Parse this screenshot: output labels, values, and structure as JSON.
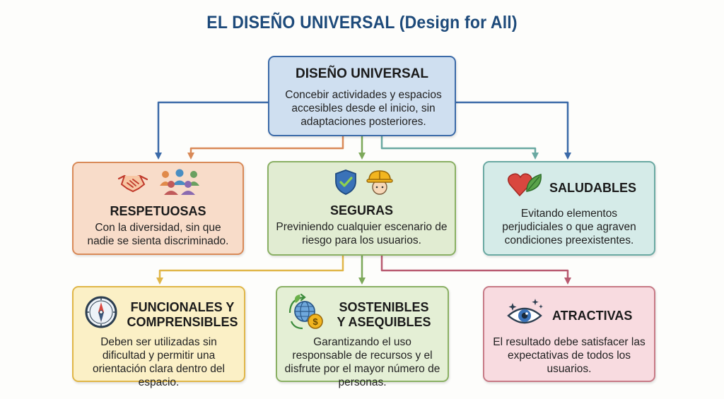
{
  "title": "EL DISEÑO UNIVERSAL (Design for All)",
  "center": {
    "title": "DISEÑO UNIVERSAL",
    "description": "Concebir actividades y espacios accesibles desde el inicio, sin adaptaciones posteriores.",
    "color": "#cfdff0",
    "border": "#3b6aa8"
  },
  "principles": [
    {
      "id": "respetuosas",
      "title": "RESPETUOSAS",
      "description": "Con la diversidad, sin que nadie se sienta discriminado.",
      "icons": [
        "handshake-icon",
        "people-group-icon"
      ],
      "color": "#f8dcc9",
      "border": "#d98a58"
    },
    {
      "id": "seguras",
      "title": "SEGURAS",
      "description": "Previniendo cualquier escenario de riesgo para los usuarios.",
      "icons": [
        "shield-check-icon",
        "hard-hat-icon"
      ],
      "color": "#e1ecd2",
      "border": "#8ab064"
    },
    {
      "id": "saludables",
      "title": "SALUDABLES",
      "description": "Evitando elementos perjudiciales o que agraven condiciones preexistentes.",
      "icons": [
        "heart-leaf-icon"
      ],
      "color": "#d5ebe8",
      "border": "#6aa9a2"
    },
    {
      "id": "funcionales",
      "title_line1": "FUNCIONALES Y",
      "title_line2": "COMPRENSIBLES",
      "description": "Deben ser utilizadas sin dificultad y permitir una orientación clara dentro del espacio.",
      "icons": [
        "compass-icon"
      ],
      "color": "#fbf0c6",
      "border": "#e0b648"
    },
    {
      "id": "sostenibles",
      "title_line1": "SOSTENIBLES",
      "title_line2": "Y ASEQUIBLES",
      "description": "Garantizando el uso responsable de recursos y el disfrute por el mayor número de personas.",
      "icons": [
        "globe-dollar-icon"
      ],
      "color": "#e4efd5",
      "border": "#8ab064"
    },
    {
      "id": "atractivas",
      "title": "ATRACTIVAS",
      "description": "El resultado debe satisfacer las expectativas de todos los usuarios.",
      "icons": [
        "eye-sparkle-icon"
      ],
      "color": "#f8dbe0",
      "border": "#c77a86"
    }
  ],
  "connector_colors": {
    "blue": "#3b6aa8",
    "orange": "#d98a58",
    "green": "#7da95a",
    "teal": "#6aa9a2",
    "yellow": "#e0b648",
    "pink": "#b85a70"
  }
}
